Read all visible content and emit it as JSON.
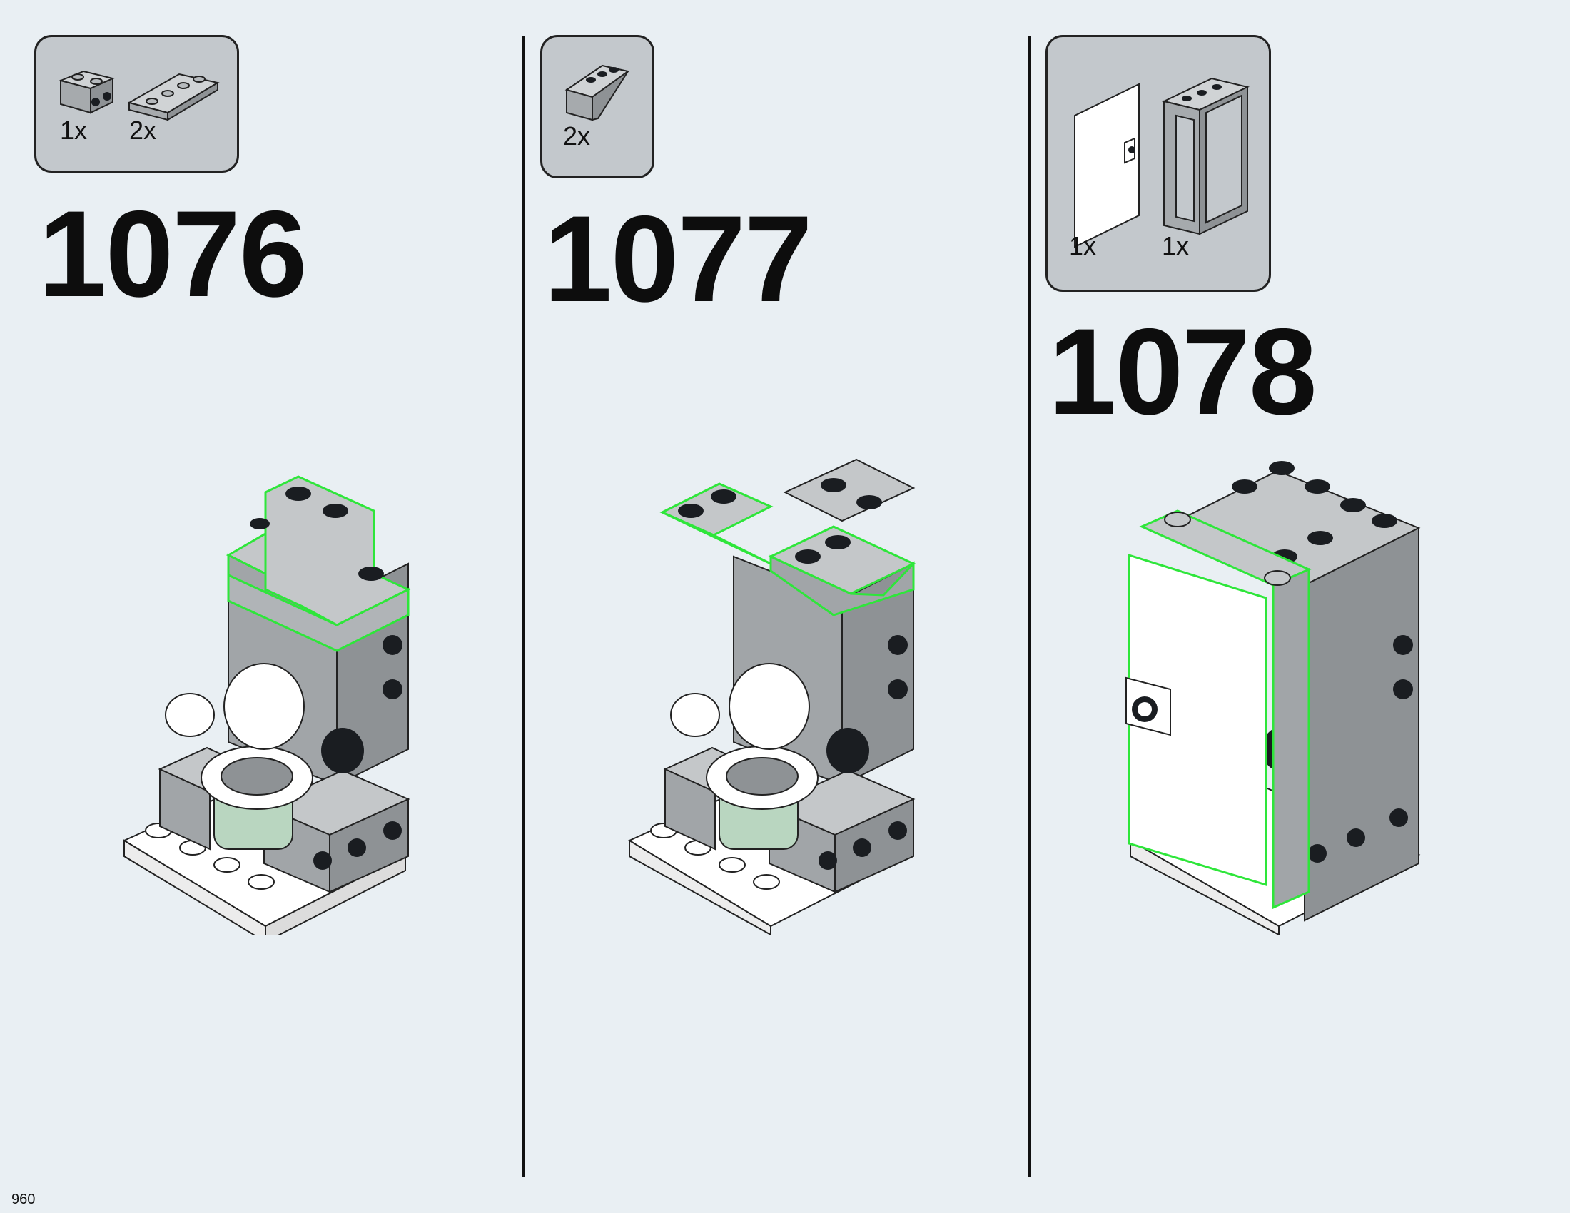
{
  "page_number": "960",
  "colors": {
    "background": "#e9eff3",
    "brick_gray": "#a1a5a8",
    "brick_gray_light": "#c4c7c9",
    "highlight": "#2ee63a",
    "stud_black": "#1a1d21",
    "white": "#ffffff",
    "trans_green": "#b9d6c0"
  },
  "steps": [
    {
      "number": "1076",
      "parts": [
        {
          "icon": "brick-1x2-with-side-studs-icon",
          "qty": "1x"
        },
        {
          "icon": "plate-1x4-icon",
          "qty": "2x"
        }
      ]
    },
    {
      "number": "1077",
      "parts": [
        {
          "icon": "slope-inverted-1x3-icon",
          "qty": "2x"
        }
      ]
    },
    {
      "number": "1078",
      "parts": [
        {
          "icon": "door-panel-icon",
          "qty": "1x"
        },
        {
          "icon": "door-frame-icon",
          "qty": "1x"
        }
      ]
    }
  ]
}
